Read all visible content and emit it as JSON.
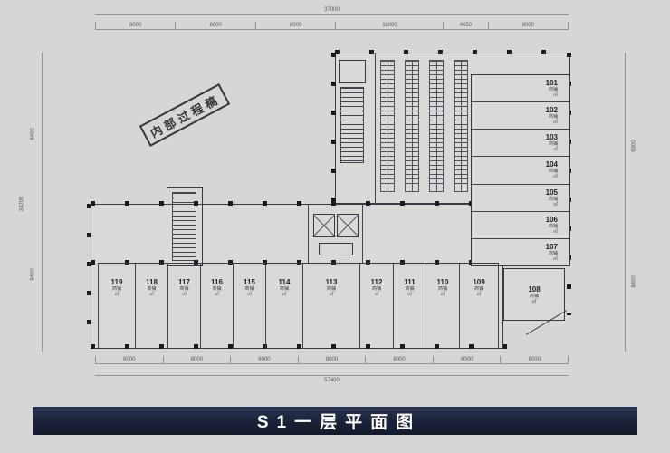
{
  "banner": {
    "title": "S1一层平面图"
  },
  "stamp": {
    "text": "内部过程稿"
  },
  "rooms": {
    "right_column": [
      {
        "number": "101",
        "type": "商铺",
        "area": "㎡"
      },
      {
        "number": "102",
        "type": "商铺",
        "area": "㎡"
      },
      {
        "number": "103",
        "type": "商铺",
        "area": "㎡"
      },
      {
        "number": "104",
        "type": "商铺",
        "area": "㎡"
      },
      {
        "number": "105",
        "type": "商铺",
        "area": "㎡"
      },
      {
        "number": "106",
        "type": "商铺",
        "area": "㎡"
      },
      {
        "number": "107",
        "type": "商铺",
        "area": "㎡"
      }
    ],
    "corner": {
      "number": "108",
      "type": "商铺",
      "area": "㎡"
    },
    "bottom_row": [
      {
        "number": "119",
        "type": "商铺",
        "area": "㎡"
      },
      {
        "number": "118",
        "type": "商铺",
        "area": "㎡"
      },
      {
        "number": "117",
        "type": "商铺",
        "area": "㎡"
      },
      {
        "number": "116",
        "type": "商铺",
        "area": "㎡"
      },
      {
        "number": "115",
        "type": "商铺",
        "area": "㎡"
      },
      {
        "number": "114",
        "type": "商铺",
        "area": "㎡"
      },
      {
        "number": "113",
        "type": "商铺",
        "area": "㎡"
      },
      {
        "number": "112",
        "type": "商铺",
        "area": "㎡"
      },
      {
        "number": "111",
        "type": "商铺",
        "area": "㎡"
      },
      {
        "number": "110",
        "type": "商铺",
        "area": "㎡"
      },
      {
        "number": "109",
        "type": "商铺",
        "area": "㎡"
      }
    ]
  },
  "dimensions": {
    "top_total": "37000",
    "top_segments": [
      "8000",
      "8000",
      "8000",
      "11000",
      "4050",
      "8000"
    ],
    "bottom_total": "57400",
    "bottom_segments": [
      "8000",
      "8000",
      "8000",
      "8000",
      "8000",
      "8000",
      "8000"
    ],
    "left_total": "34200",
    "left_segments": [
      "8400",
      "9400"
    ],
    "right_segments": [
      "6300",
      "8400"
    ]
  }
}
